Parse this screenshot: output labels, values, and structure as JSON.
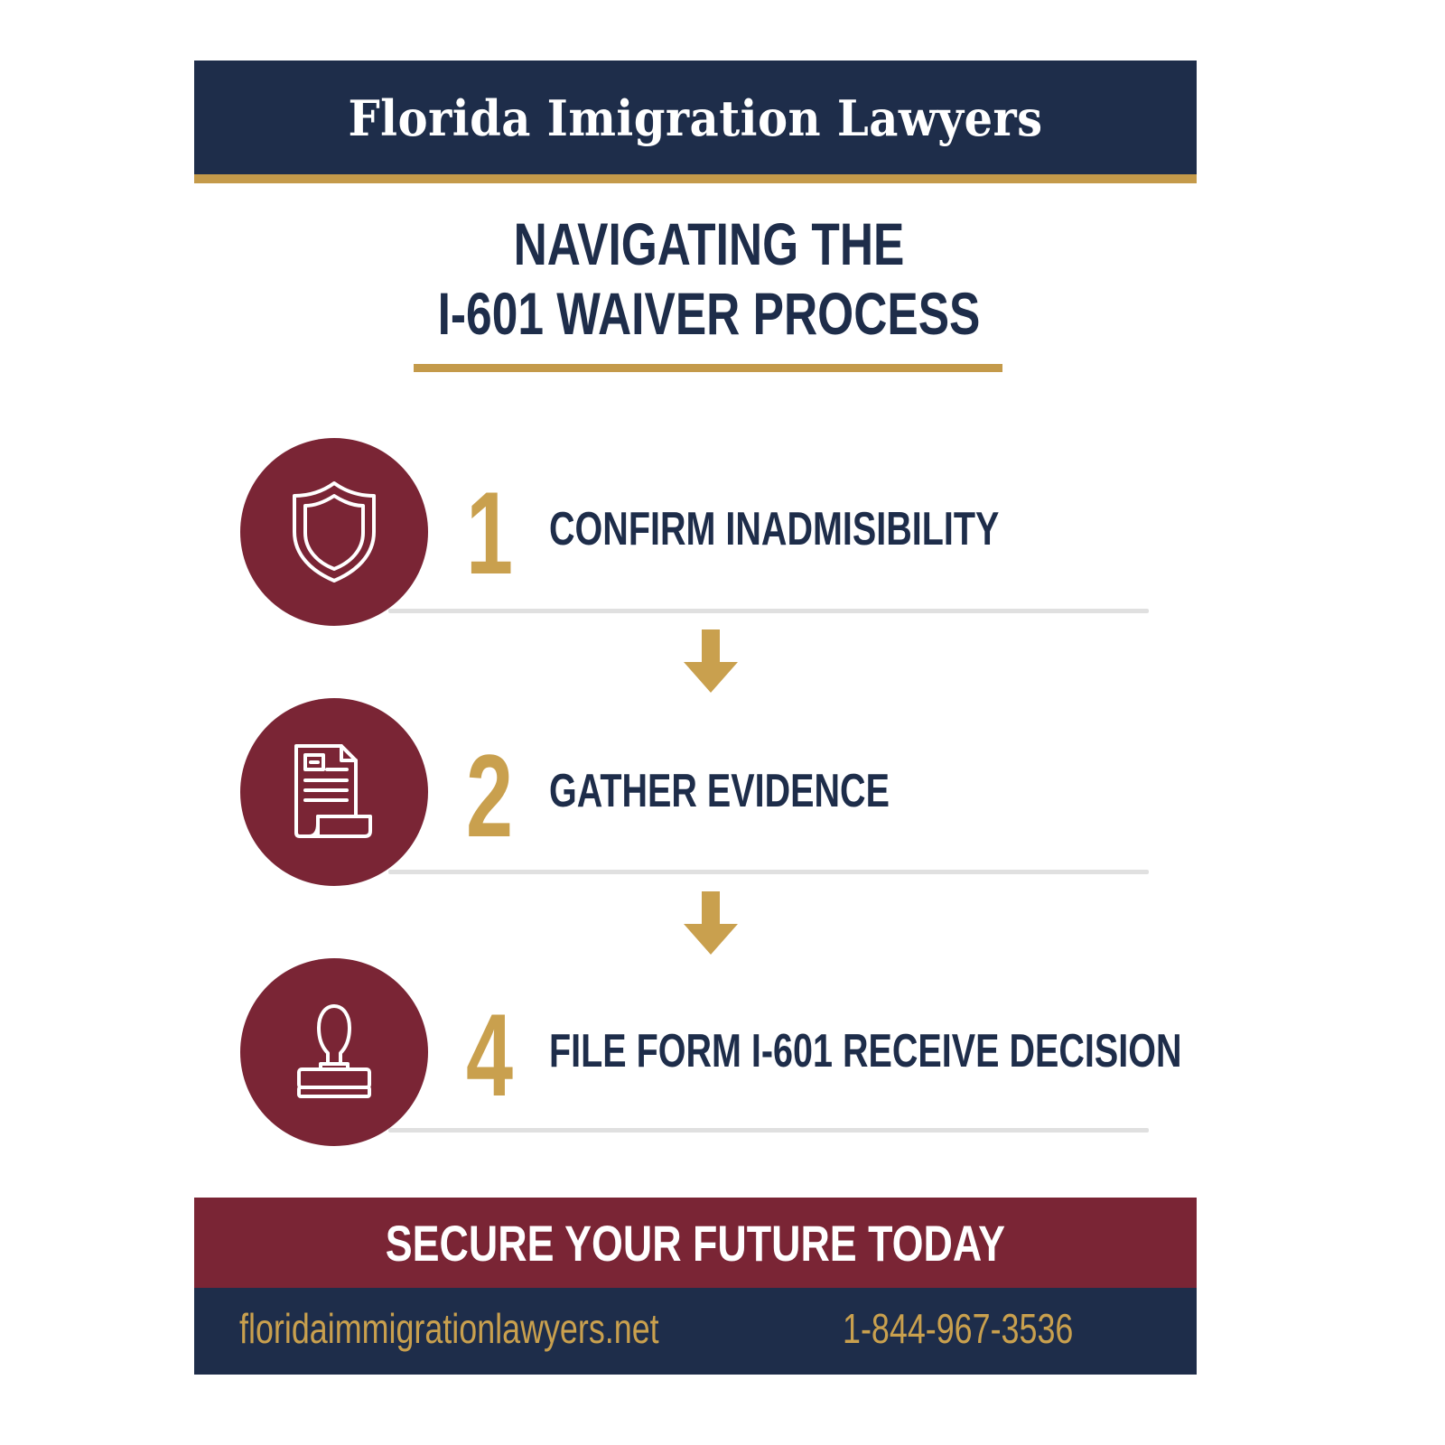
{
  "header": {
    "title": "Florida Imigration Lawyers"
  },
  "main_title": {
    "line1": "NAVIGATING THE",
    "line2": "I-601 WAIVER PROCESS"
  },
  "steps": [
    {
      "number": "1",
      "label": "CONFIRM INADMISIBILITY",
      "icon": "shield-icon"
    },
    {
      "number": "2",
      "label": "GATHER EVIDENCE",
      "icon": "document-icon"
    },
    {
      "number": "4",
      "label": "FILE FORM I-601  RECEIVE DECISION",
      "icon": "stamp-icon"
    }
  ],
  "arrows": [
    "arrow-down-icon",
    "arrow-down-icon"
  ],
  "cta": {
    "text": "SECURE YOUR FUTURE TODAY"
  },
  "footer": {
    "website": "floridaimmigrationlawyers.net",
    "phone": "1-844-967-3536"
  },
  "colors": {
    "navy": "#1e2d4a",
    "gold": "#c49a4a",
    "maroon": "#7a2535",
    "divider": "#e0e0e0",
    "background": "#ffffff"
  }
}
